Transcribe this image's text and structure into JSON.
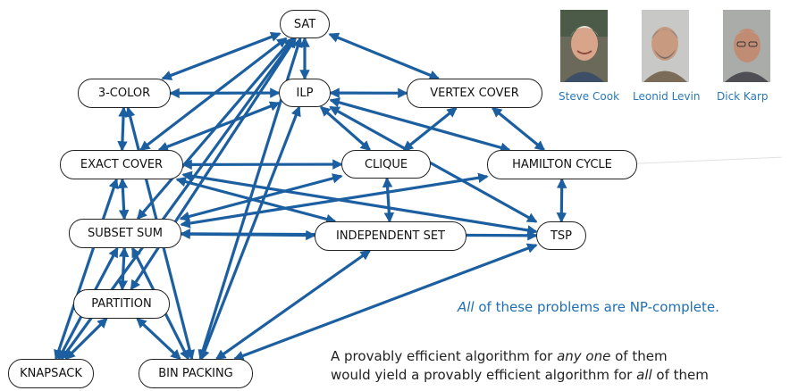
{
  "nodes": {
    "sat": "SAT",
    "three_color": "3-COLOR",
    "ilp": "ILP",
    "vertex_cover": "VERTEX COVER",
    "exact_cover": "EXACT COVER",
    "clique": "CLIQUE",
    "hamilton_cycle": "HAMILTON CYCLE",
    "subset_sum": "SUBSET SUM",
    "independent_set": "INDEPENDENT SET",
    "tsp": "TSP",
    "partition": "PARTITION",
    "knapsack": "KNAPSACK",
    "bin_packing": "BIN PACKING"
  },
  "people": [
    {
      "name": "Steve Cook"
    },
    {
      "name": "Leonid Levin"
    },
    {
      "name": "Dick Karp"
    }
  ],
  "notes": {
    "np_complete_em": "All",
    "np_complete_rest": " of these problems are NP-complete.",
    "line1_pre": "A provably efficient algorithm for ",
    "line1_em": "any one",
    "line1_post": " of them",
    "line2_pre": "would yield a provably efficient algorithm for ",
    "line2_em": "all",
    "line2_post": " of them"
  },
  "edges": [
    [
      "sat",
      "three_color"
    ],
    [
      "sat",
      "ilp"
    ],
    [
      "sat",
      "vertex_cover"
    ],
    [
      "sat",
      "exact_cover"
    ],
    [
      "sat",
      "subset_sum"
    ],
    [
      "sat",
      "partition"
    ],
    [
      "sat",
      "knapsack"
    ],
    [
      "sat",
      "bin_packing"
    ],
    [
      "three_color",
      "ilp"
    ],
    [
      "three_color",
      "exact_cover"
    ],
    [
      "three_color",
      "bin_packing"
    ],
    [
      "ilp",
      "vertex_cover"
    ],
    [
      "ilp",
      "exact_cover"
    ],
    [
      "ilp",
      "clique"
    ],
    [
      "ilp",
      "hamilton_cycle"
    ],
    [
      "ilp",
      "tsp"
    ],
    [
      "ilp",
      "bin_packing"
    ],
    [
      "vertex_cover",
      "clique"
    ],
    [
      "vertex_cover",
      "hamilton_cycle"
    ],
    [
      "exact_cover",
      "clique"
    ],
    [
      "exact_cover",
      "subset_sum"
    ],
    [
      "exact_cover",
      "independent_set"
    ],
    [
      "exact_cover",
      "tsp"
    ],
    [
      "exact_cover",
      "knapsack"
    ],
    [
      "clique",
      "independent_set"
    ],
    [
      "clique",
      "subset_sum"
    ],
    [
      "hamilton_cycle",
      "tsp"
    ],
    [
      "hamilton_cycle",
      "subset_sum"
    ],
    [
      "subset_sum",
      "independent_set"
    ],
    [
      "subset_sum",
      "tsp"
    ],
    [
      "subset_sum",
      "partition"
    ],
    [
      "subset_sum",
      "bin_packing"
    ],
    [
      "subset_sum",
      "knapsack"
    ],
    [
      "independent_set",
      "bin_packing"
    ],
    [
      "partition",
      "knapsack"
    ],
    [
      "partition",
      "bin_packing"
    ],
    [
      "tsp",
      "bin_packing"
    ]
  ],
  "colors": {
    "arrow": "#1c5fa0",
    "caption": "#2a78b8",
    "highlight": "#1f6fb2"
  }
}
